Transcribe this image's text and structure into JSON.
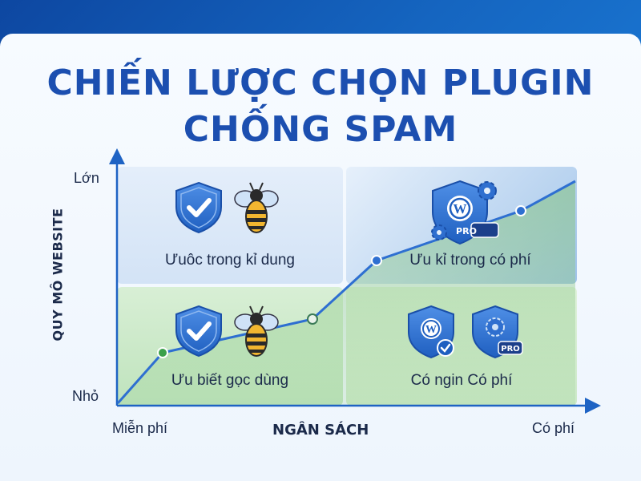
{
  "title": {
    "line1": "CHIẾN LƯỢC CHỌN PLUGIN",
    "line2": "CHỐNG SPAM"
  },
  "axes": {
    "y_label": "QUY MÔ WEBSITE",
    "y_top": "Lớn",
    "y_bottom": "Nhỏ",
    "x_label": "NGÂN SÁCH",
    "x_left": "Miễn phí",
    "x_right": "Có phí"
  },
  "quadrants": {
    "top_left": {
      "label": "Ưuôc trong kỉ dung",
      "icons": [
        "shield-check-icon",
        "bee-icon"
      ]
    },
    "top_right": {
      "label": "Ưu kỉ trong có phí",
      "icons": [
        "wordpress-shield-pro-icon",
        "gear-icon"
      ]
    },
    "bottom_left": {
      "label": "Ưu biết gọc dùng",
      "icons": [
        "shield-check-icon",
        "bee-icon"
      ]
    },
    "bottom_right": {
      "label": "Có ngin Có phí",
      "icons": [
        "wordpress-shield-check-icon",
        "shield-pro-icon"
      ]
    },
    "pro_badge": "PRO"
  },
  "colors": {
    "title": "#1c4fb0",
    "top_left_bg": "#dbe8f8",
    "top_right_bg": "#b9d4ef",
    "bottom_left_bg": "#cfe9cf",
    "bottom_right_bg": "#d9efd6",
    "trend_line": "#2e6fd1",
    "axis": "#1e63c4"
  }
}
